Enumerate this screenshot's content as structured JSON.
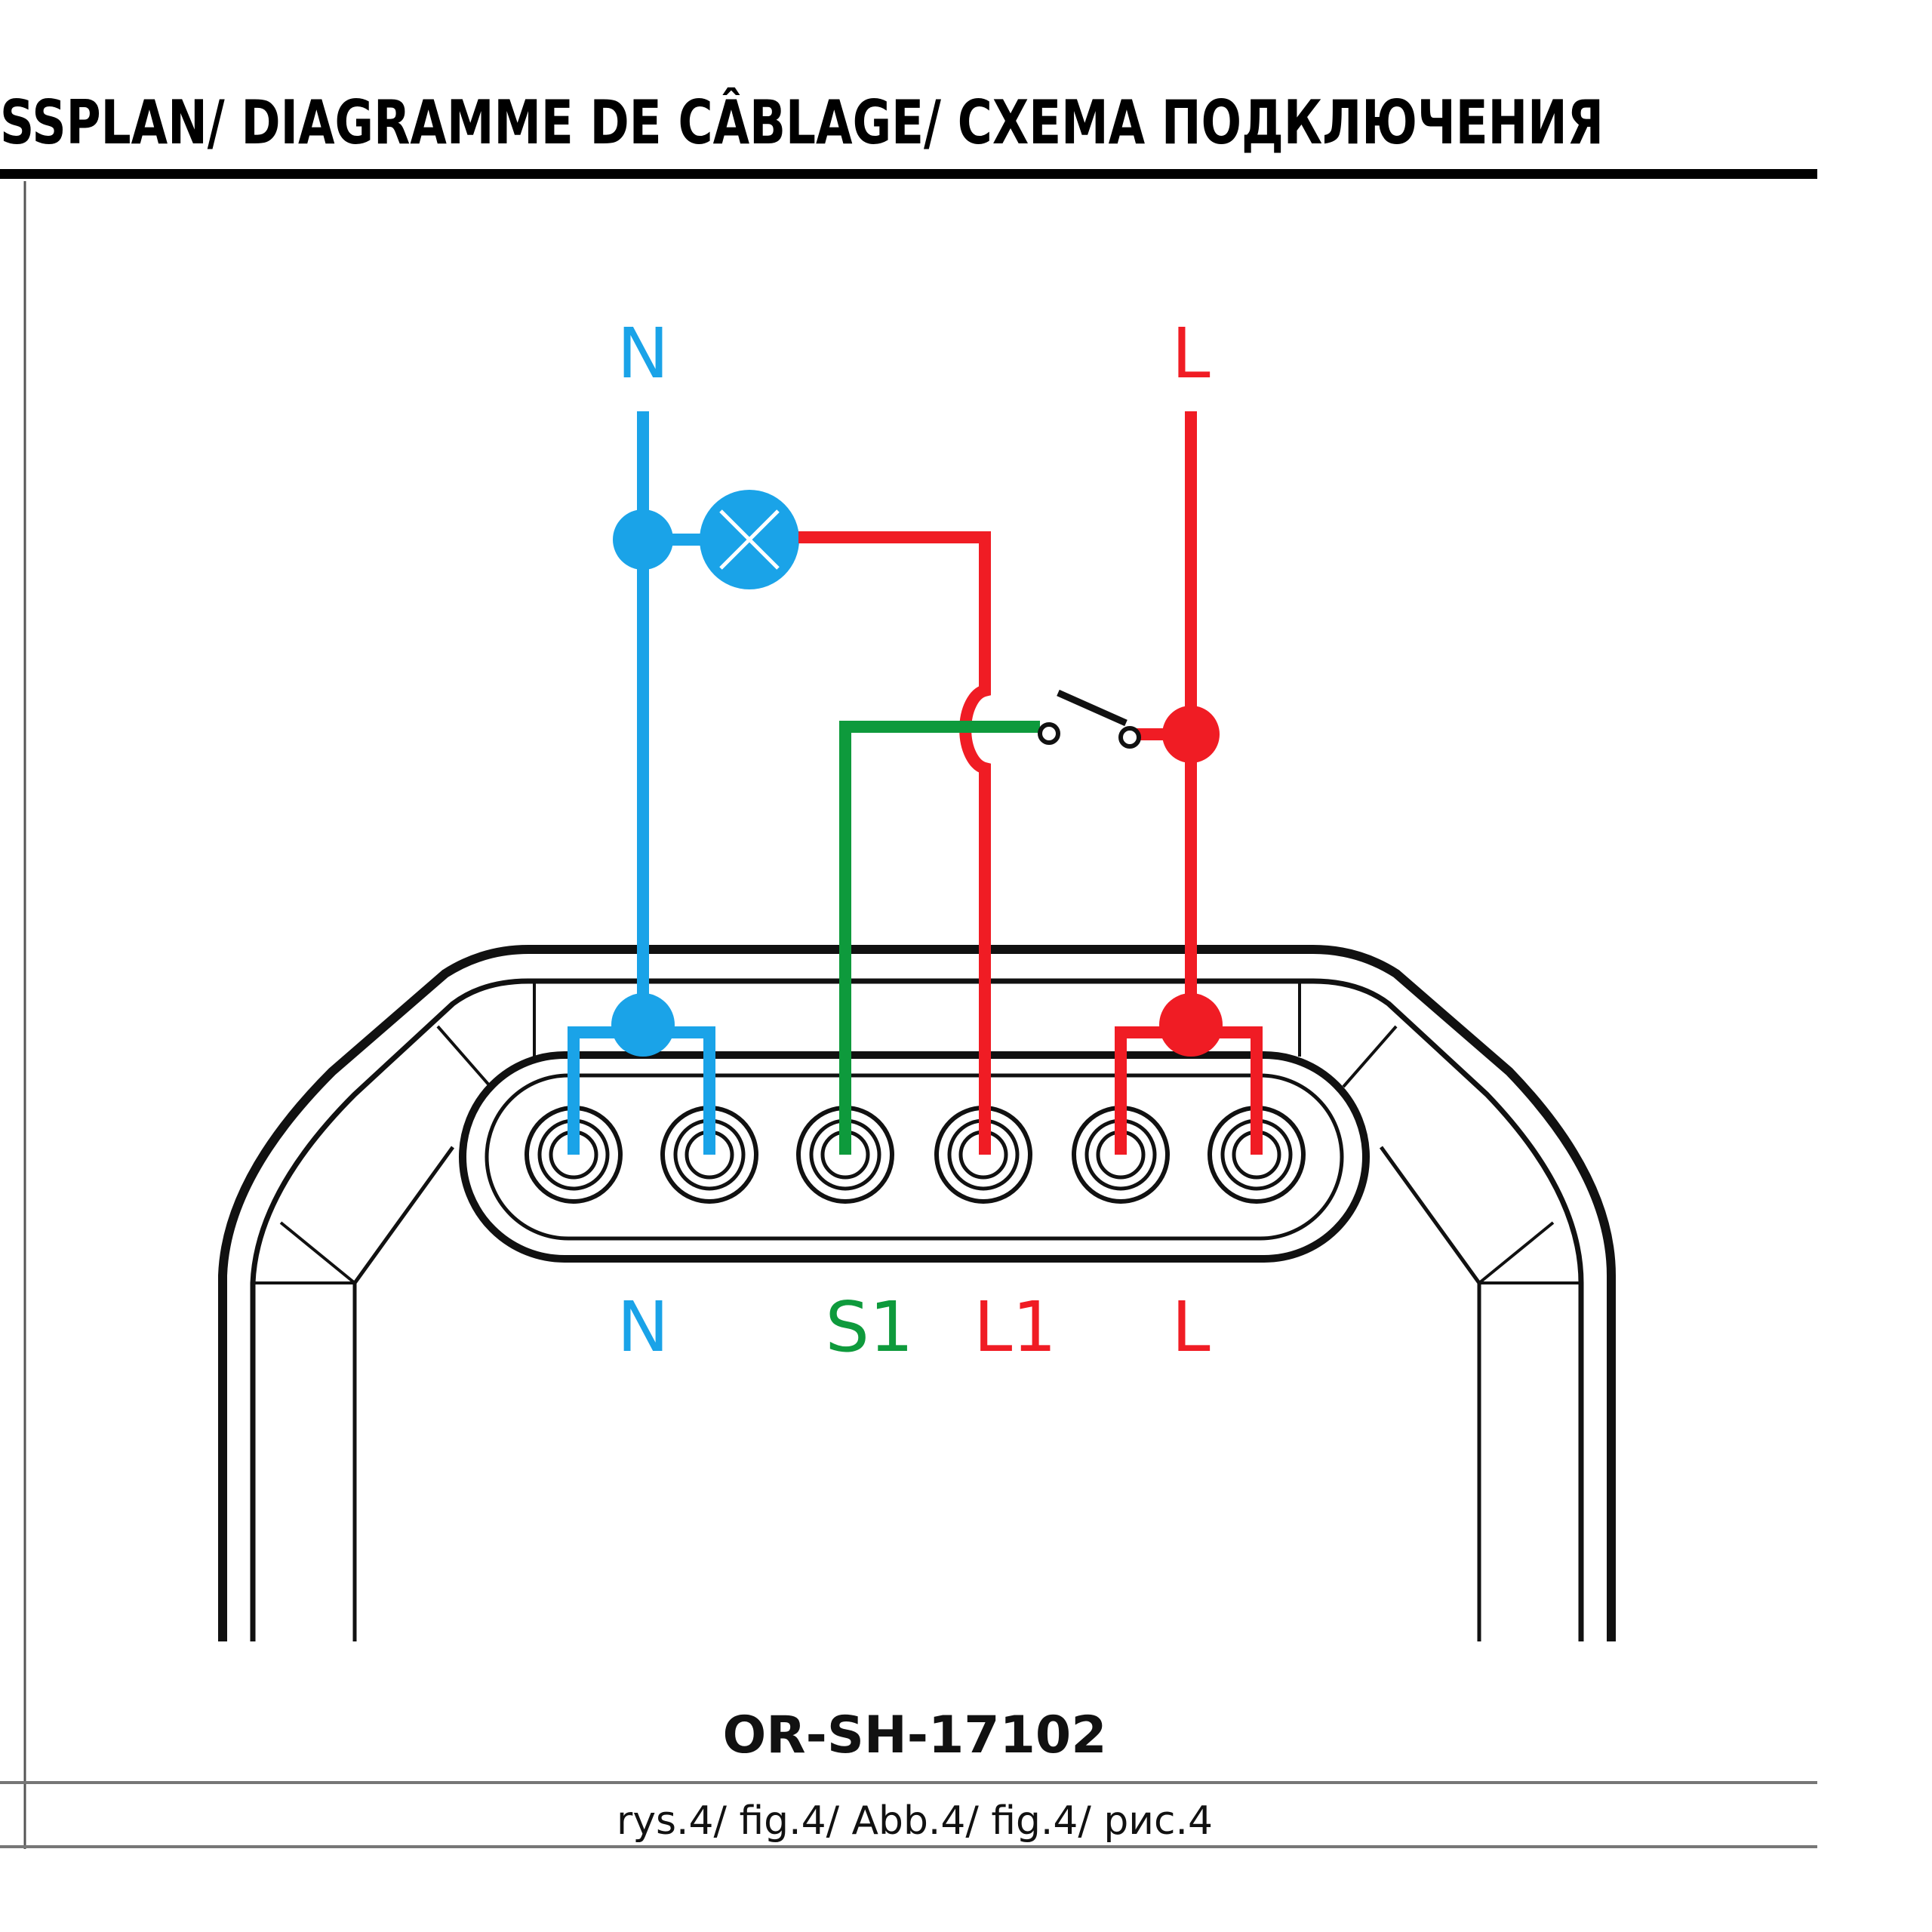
{
  "header": {
    "title": "SSPLAN/ DIAGRAMME DE CÂBLAGE/ СХЕМА ПОДКЛЮЧЕНИЯ"
  },
  "wires": {
    "top_n_label": "N",
    "top_l_label": "L",
    "bottom_labels": [
      "N",
      "S1",
      "L1",
      "L"
    ]
  },
  "model": "OR-SH-17102",
  "caption": "rys.4/ fig.4/ Abb.4/ fig.4/ рис.4",
  "colors": {
    "neutral": "#1aa3e8",
    "live": "#f01c24",
    "switched": "#0e9a3c",
    "outline": "#111111"
  }
}
